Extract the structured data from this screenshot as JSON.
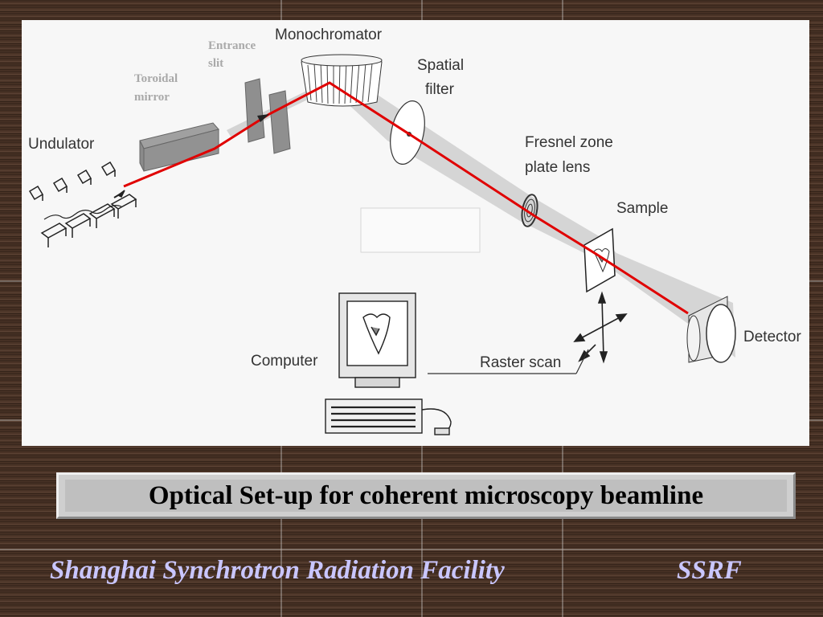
{
  "labels": {
    "undulator": "Undulator",
    "toroidal_mirror": [
      "Toroidal",
      "mirror"
    ],
    "entrance_slit": [
      "Entrance",
      "slit"
    ],
    "monochromator": "Monochromator",
    "spatial_filter": [
      "Spatial",
      "filter"
    ],
    "fresnel_zone_plate": [
      "Fresnel zone",
      "plate lens"
    ],
    "sample": "Sample",
    "detector": "Detector",
    "computer": "Computer",
    "raster_scan": "Raster scan"
  },
  "caption": "Optical Set-up for coherent microscopy beamline",
  "footer": {
    "organization": "Shanghai Synchrotron Radiation Facility",
    "abbreviation": "SSRF"
  },
  "colors": {
    "beam": "#e00000",
    "cone": "#c8c8c8",
    "footer_text": "#c9c6ff",
    "background_wood": "#4a3326"
  }
}
